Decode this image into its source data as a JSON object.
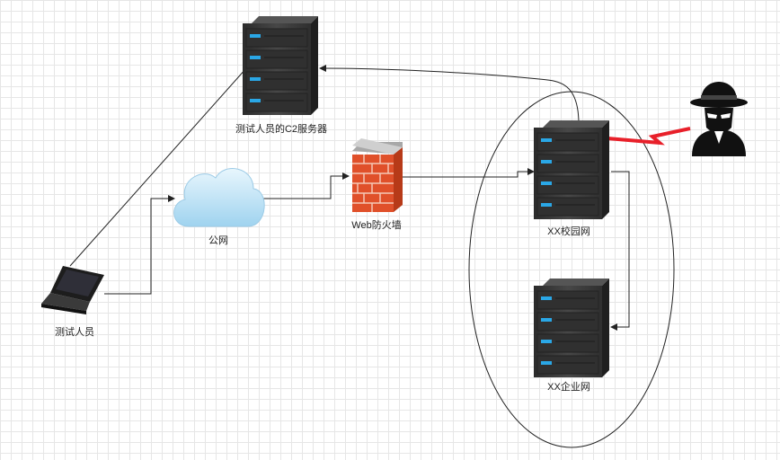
{
  "diagram": {
    "nodes": {
      "c2_server": {
        "label": "测试人员的C2服务器",
        "icon": "server-icon"
      },
      "internet": {
        "label": "公网",
        "icon": "cloud-icon"
      },
      "web_firewall": {
        "label": "Web防火墙",
        "icon": "firewall-icon"
      },
      "campus_network": {
        "label": "XX校园网",
        "icon": "server-icon"
      },
      "enterprise_network": {
        "label": "XX企业网",
        "icon": "server-icon"
      },
      "tester": {
        "label": "测试人员",
        "icon": "laptop-icon"
      },
      "attacker": {
        "icon": "hacker-icon"
      }
    },
    "edges": [
      {
        "from": "tester",
        "to": "c2_server",
        "style": "line"
      },
      {
        "from": "tester",
        "to": "internet",
        "style": "arrow"
      },
      {
        "from": "internet",
        "to": "web_firewall",
        "style": "arrow"
      },
      {
        "from": "web_firewall",
        "to": "campus_network",
        "style": "arrow"
      },
      {
        "from": "campus_network",
        "to": "c2_server",
        "style": "arrow"
      },
      {
        "from": "campus_network",
        "to": "enterprise_network",
        "style": "arrow"
      },
      {
        "from": "attacker",
        "to": "campus_network",
        "style": "lightning"
      }
    ],
    "colors": {
      "connector": "#222222",
      "server_body": "#3a3a3a",
      "server_led": "#2aa7e6",
      "firewall_brick": "#e0502a",
      "cloud": "#bfe3f6",
      "lightning": "#e8202a",
      "attacker": "#111111"
    }
  }
}
